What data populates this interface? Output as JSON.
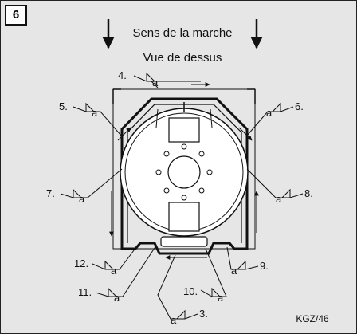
{
  "figure_number": "6",
  "title_direction": "Sens de la marche",
  "title_view": "Vue de dessus",
  "reference_code": "KGZ/46",
  "weld_symbol_text": "a",
  "callouts": [
    {
      "id": "c4",
      "label": "4."
    },
    {
      "id": "c5",
      "label": "5."
    },
    {
      "id": "c6",
      "label": "6."
    },
    {
      "id": "c7",
      "label": "7."
    },
    {
      "id": "c8",
      "label": "8."
    },
    {
      "id": "c9",
      "label": "9."
    },
    {
      "id": "c10",
      "label": "10."
    },
    {
      "id": "c11",
      "label": "11."
    },
    {
      "id": "c12",
      "label": "12."
    },
    {
      "id": "c3",
      "label": "3."
    }
  ]
}
